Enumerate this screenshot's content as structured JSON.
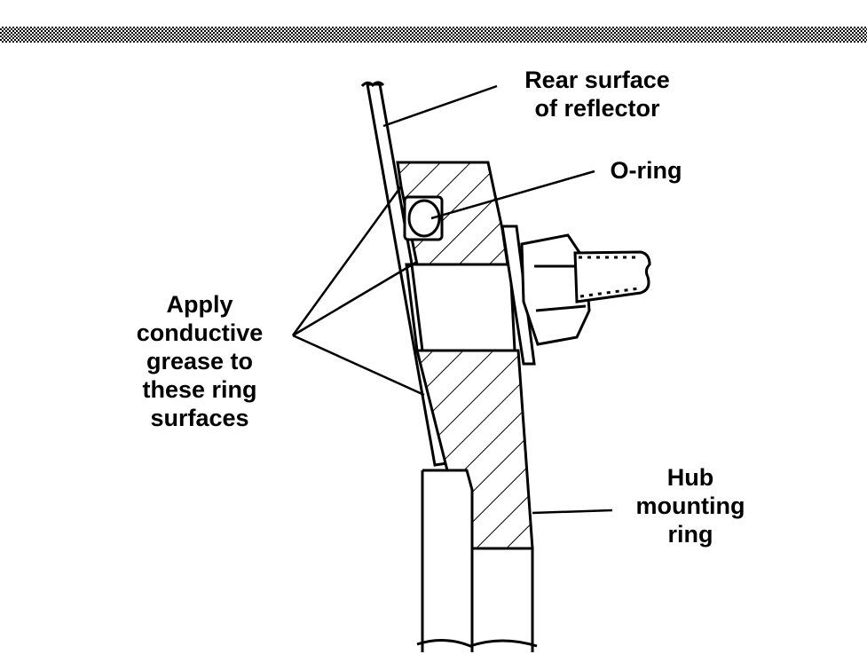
{
  "labels": {
    "rear_surface": [
      "Rear surface",
      "of reflector"
    ],
    "o_ring": [
      "O-ring"
    ],
    "apply_grease": [
      "Apply",
      "conductive",
      "grease to",
      "these ring",
      "surfaces"
    ],
    "hub_ring": [
      "Hub",
      "mounting",
      "ring"
    ]
  }
}
